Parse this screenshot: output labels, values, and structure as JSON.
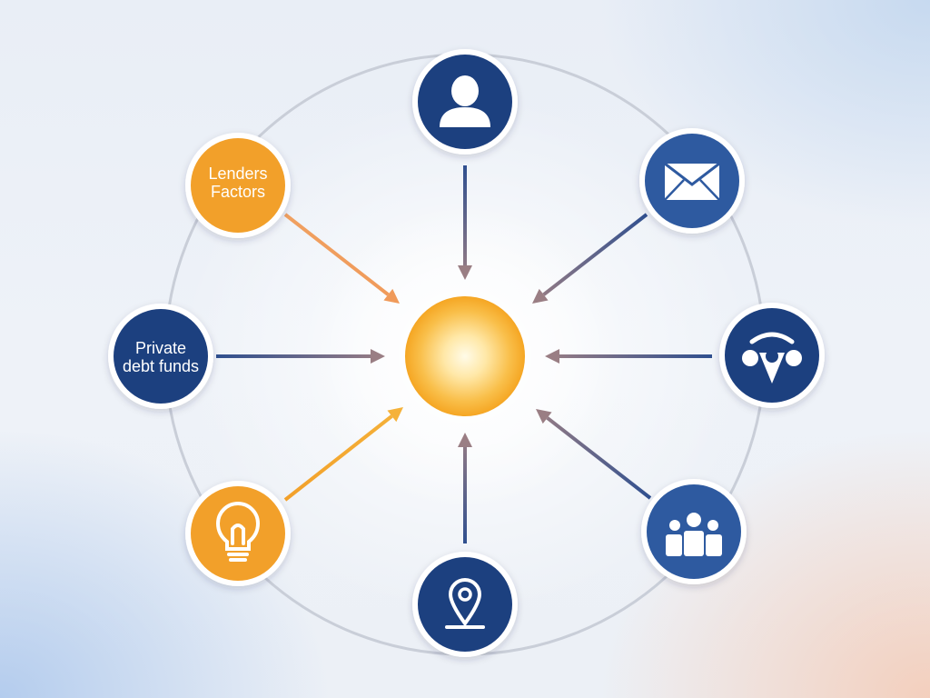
{
  "diagram": {
    "nodes": [
      {
        "id": "lenders-factors",
        "label": "Lenders\nFactors",
        "color": "#f2a02a"
      },
      {
        "id": "person",
        "icon": "person-icon",
        "color": "#1f3f7f"
      },
      {
        "id": "mail",
        "icon": "envelope-icon",
        "color": "#2f5aa0"
      },
      {
        "id": "network",
        "icon": "network-hub-icon",
        "color": "#1f3f7f"
      },
      {
        "id": "team",
        "icon": "team-icon",
        "color": "#2f5aa0"
      },
      {
        "id": "location",
        "icon": "location-pin-icon",
        "color": "#1f3f7f"
      },
      {
        "id": "idea",
        "icon": "lightbulb-icon",
        "color": "#f2a02a"
      },
      {
        "id": "private-debt",
        "label": "Private\ndebt funds",
        "color": "#1f3f7f"
      }
    ],
    "hub": {
      "icon": "glowing-sun-hub",
      "color": "#f7b23c"
    },
    "accent_orange": "#f2a02a",
    "accent_blue": "#2f4f8f"
  }
}
